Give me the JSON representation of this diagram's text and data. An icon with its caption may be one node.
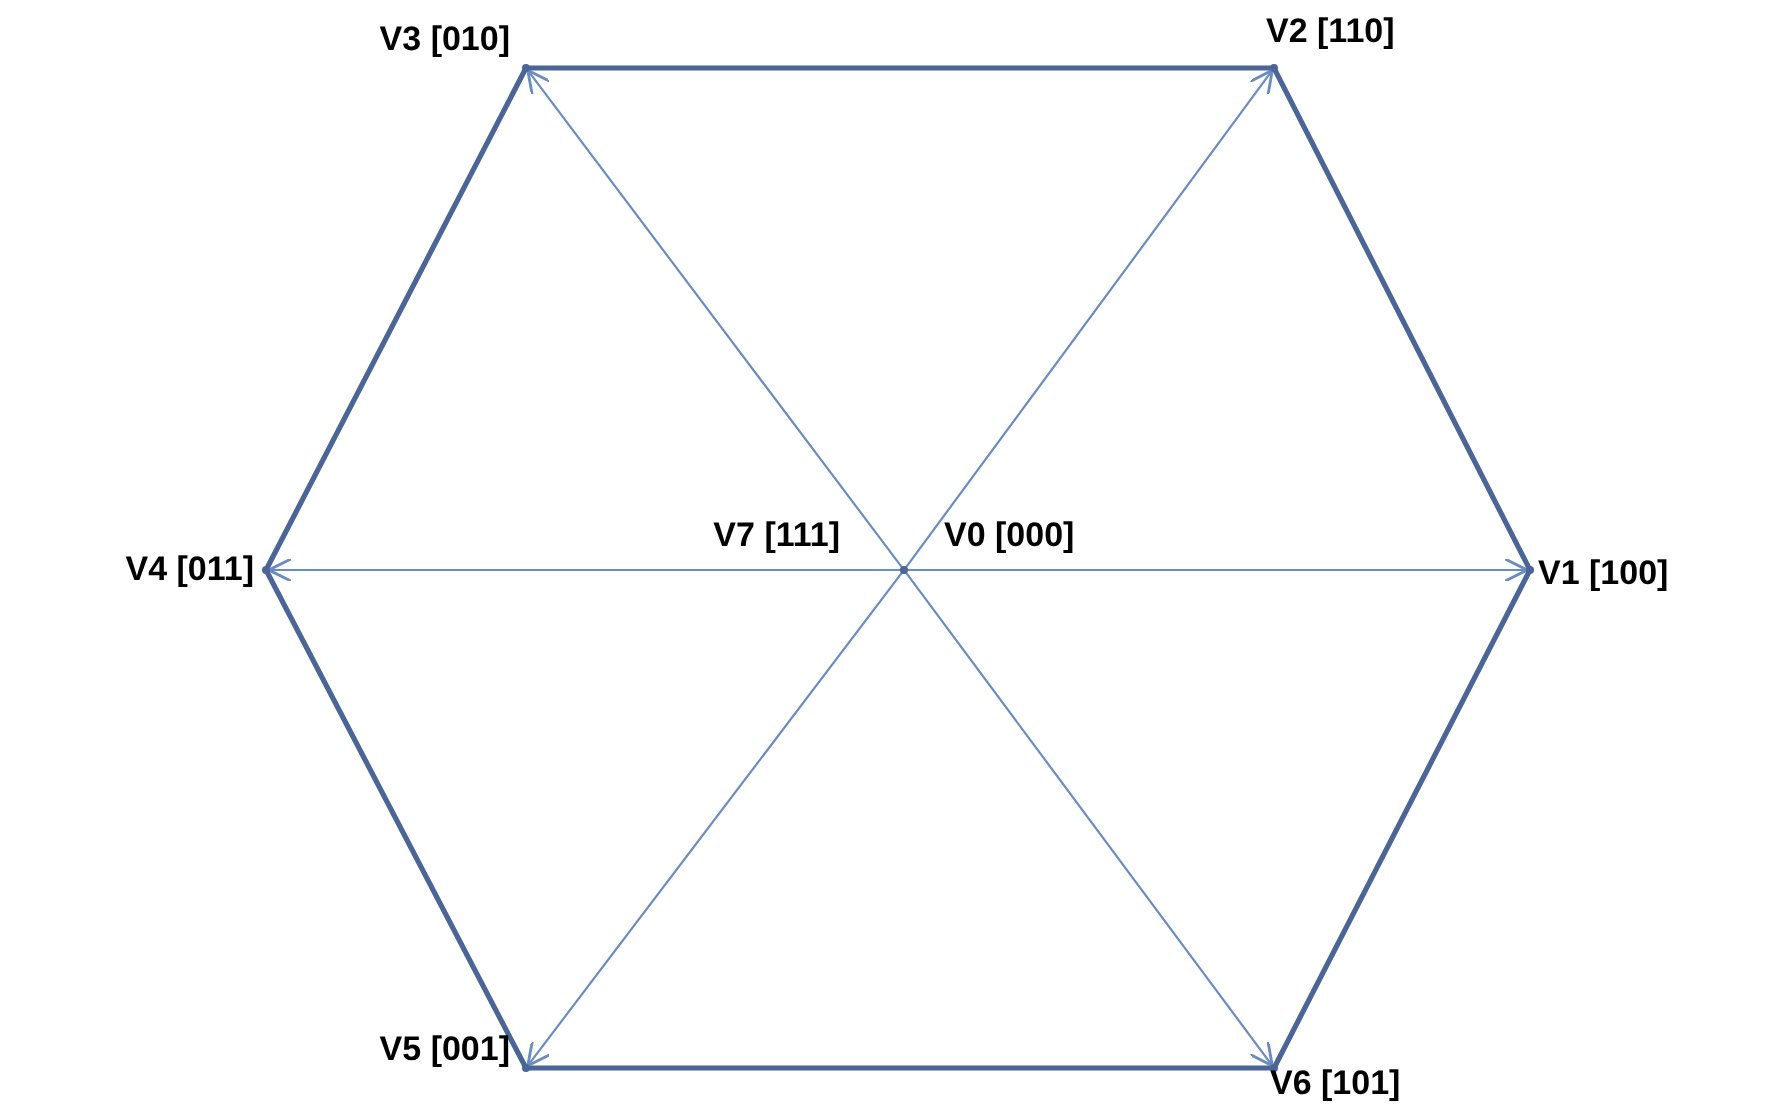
{
  "diagram": {
    "nodes": [
      {
        "text": [],
        "shape": "point",
        "beside": [
          "V3 [010]"
        ]
      },
      {
        "text": [],
        "shape": "point",
        "beside": [
          "V2 [110]"
        ]
      },
      {
        "text": [],
        "shape": "point",
        "beside": [
          "V4 [011]"
        ]
      },
      {
        "text": [],
        "shape": "point",
        "beside": [
          "V7 [111]",
          "V0 [000]"
        ]
      },
      {
        "text": [],
        "shape": "point",
        "beside": [
          "V1 [100]"
        ]
      },
      {
        "text": [],
        "shape": "point",
        "beside": [
          "V5 [001]"
        ]
      },
      {
        "text": [],
        "shape": "point",
        "beside": [
          "V6 [101]"
        ]
      }
    ],
    "edges": [
      {
        "from": 0,
        "to": 1,
        "arrow": "none",
        "style": "thick"
      },
      {
        "from": 1,
        "to": 4,
        "arrow": "none",
        "style": "thick"
      },
      {
        "from": 4,
        "to": 6,
        "arrow": "none",
        "style": "thick"
      },
      {
        "from": 6,
        "to": 5,
        "arrow": "none",
        "style": "thick"
      },
      {
        "from": 5,
        "to": 2,
        "arrow": "none",
        "style": "thick"
      },
      {
        "from": 2,
        "to": 0,
        "arrow": "none",
        "style": "thick"
      },
      {
        "from": 3,
        "to": 4,
        "arrow": "to"
      },
      {
        "from": 3,
        "to": 1,
        "arrow": "to"
      },
      {
        "from": 3,
        "to": 0,
        "arrow": "to"
      },
      {
        "from": 3,
        "to": 2,
        "arrow": "to"
      },
      {
        "from": 3,
        "to": 5,
        "arrow": "to"
      },
      {
        "from": 3,
        "to": 6,
        "arrow": "to"
      }
    ]
  }
}
